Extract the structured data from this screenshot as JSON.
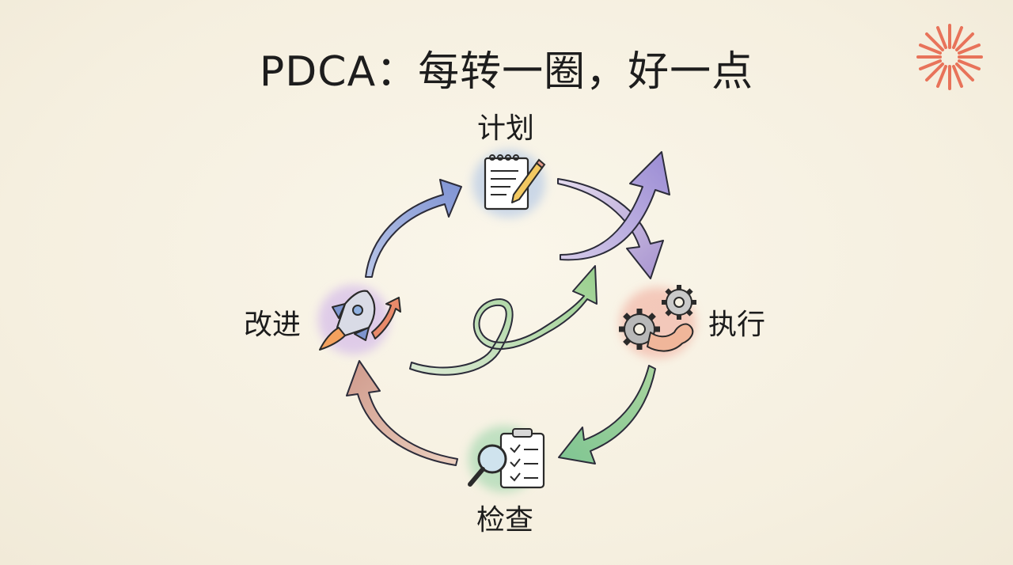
{
  "title": "PDCA：每转一圈，好一点",
  "stages": {
    "plan": {
      "label": "计划",
      "icon": "notepad-pencil-icon"
    },
    "do": {
      "label": "执行",
      "icon": "gears-arm-icon"
    },
    "check": {
      "label": "检查",
      "icon": "clipboard-magnifier-icon"
    },
    "act": {
      "label": "改进",
      "icon": "rocket-icon"
    }
  },
  "colors": {
    "background": "#f7f2e4",
    "plan_blob": "#b8cbe6",
    "do_blob": "#f2b7a8",
    "check_blob": "#a9d9b3",
    "act_blob": "#d2b7ea",
    "arrow_blue": "#8fa0d8",
    "arrow_purple": "#a99ad6",
    "arrow_green": "#9fd29a",
    "arrow_salmon": "#d9a898",
    "sparkle": "#e8735a"
  }
}
